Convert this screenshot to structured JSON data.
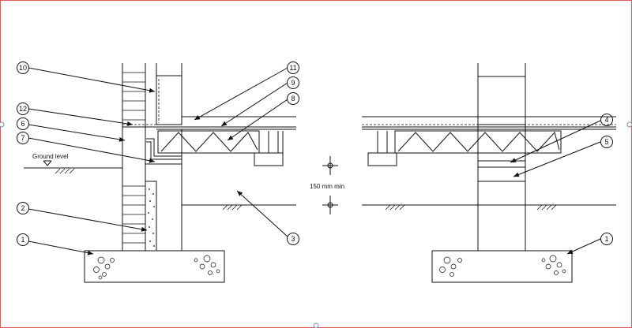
{
  "labels": {
    "ground_level": "Ground level",
    "clearance": "150 mm min"
  },
  "callouts": [
    "1",
    "2",
    "3",
    "4",
    "5",
    "6",
    "7",
    "8",
    "9",
    "10",
    "11",
    "12"
  ],
  "colors": {
    "line": "#111111",
    "frame": "#e05a5a",
    "grip": "#7a8ab0"
  }
}
